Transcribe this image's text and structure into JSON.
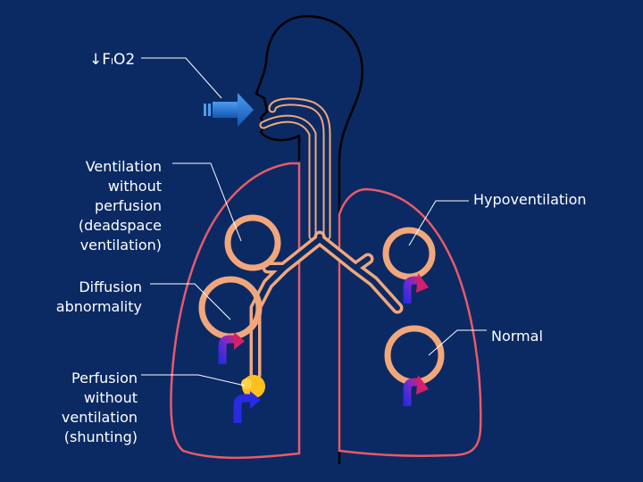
{
  "labels": {
    "fio2": {
      "arrow": "↓",
      "f": "F",
      "i": "I",
      "o2": "O2"
    },
    "deadspace": [
      "Ventilation",
      "without",
      "perfusion",
      "(deadspace",
      "ventilation)"
    ],
    "hypoventilation": "Hypoventilation",
    "diffusion": [
      "Diffusion",
      "abnormality"
    ],
    "normal": "Normal",
    "shunting": [
      "Perfusion",
      "without",
      "ventilation",
      "(shunting)"
    ]
  },
  "colors": {
    "background": "#0b2a63",
    "head_outline": "#000000",
    "airway": "#f2a77b",
    "lung_outline": "#e85a6a",
    "inspired_air_arrow": "#1e6fd0",
    "blood_flow_arrow_venous": "#2a2ae0",
    "blood_flow_arrow_arterial": "#d0206e",
    "diffusion_barrier": "#ffc020",
    "leader_lines": "#ffffff"
  },
  "icons": {
    "inspired_air": "right-arrow-icon",
    "blood_flow": "curved-flow-arrow-icon"
  }
}
